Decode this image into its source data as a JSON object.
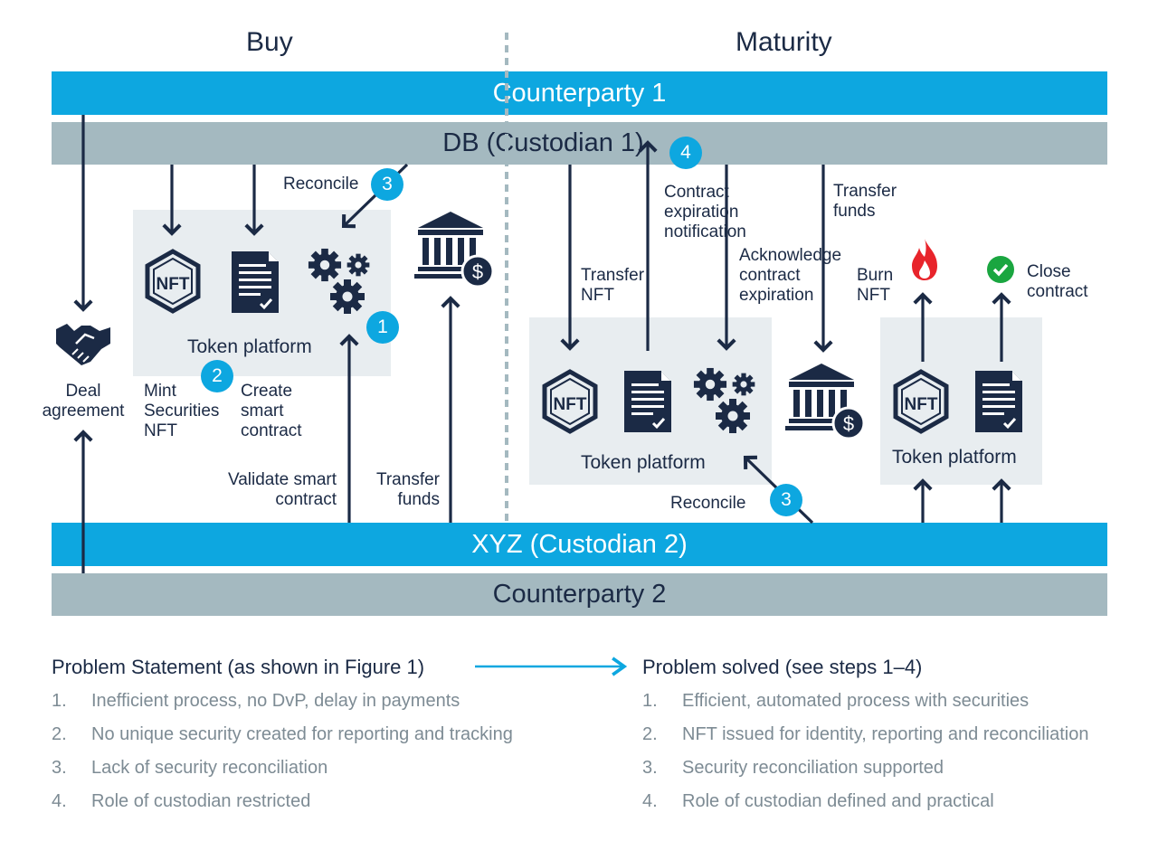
{
  "sections": {
    "left": "Buy",
    "right": "Maturity"
  },
  "bands": {
    "counterparty1": "Counterparty 1",
    "custodian1": "DB (Custodian 1)",
    "custodian2": "XYZ (Custodian 2)",
    "counterparty2": "Counterparty 2"
  },
  "buy": {
    "deal_agreement": [
      "Deal",
      "agreement"
    ],
    "mint": [
      "Mint",
      "Securities",
      "NFT"
    ],
    "create": [
      "Create",
      "smart",
      "contract"
    ],
    "reconcile": "Reconcile",
    "validate": [
      "Validate smart",
      "contract"
    ],
    "transfer_funds": [
      "Transfer",
      "funds"
    ],
    "token_platform": "Token platform",
    "badges": [
      "1",
      "2",
      "3"
    ]
  },
  "maturity": {
    "transfer_nft": [
      "Transfer",
      "NFT"
    ],
    "contract_expiration": [
      "Contract",
      "expiration",
      "notification"
    ],
    "acknowledge": [
      "Acknowledge",
      "contract",
      "expiration"
    ],
    "transfer_funds": [
      "Transfer",
      "funds"
    ],
    "burn_nft": [
      "Burn",
      "NFT"
    ],
    "close_contract": [
      "Close",
      "contract"
    ],
    "reconcile": "Reconcile",
    "token_platform": "Token platform",
    "token_platform2": "Token platform",
    "badges": [
      "4",
      "3"
    ]
  },
  "icons": {
    "nft": "NFT",
    "colors": {
      "navy": "#1b2a45",
      "blue": "#0da7e0",
      "grey": "#a4b9c0",
      "panel": "#e8edf0",
      "fire": "#e8242b",
      "check": "#1aa640"
    }
  },
  "problem": {
    "title": "Problem Statement (as shown in Figure 1)",
    "items": [
      "Inefficient process, no DvP, delay in payments",
      "No unique security created for reporting and tracking",
      "Lack of security reconciliation",
      "Role of custodian restricted"
    ]
  },
  "solved": {
    "title": "Problem solved (see steps 1–4)",
    "items": [
      "Efficient, automated process with securities",
      "NFT issued for identity, reporting and reconciliation",
      "Security reconciliation supported",
      "Role of custodian defined and practical"
    ]
  },
  "list_numbers": [
    "1.",
    "2.",
    "3.",
    "4."
  ]
}
